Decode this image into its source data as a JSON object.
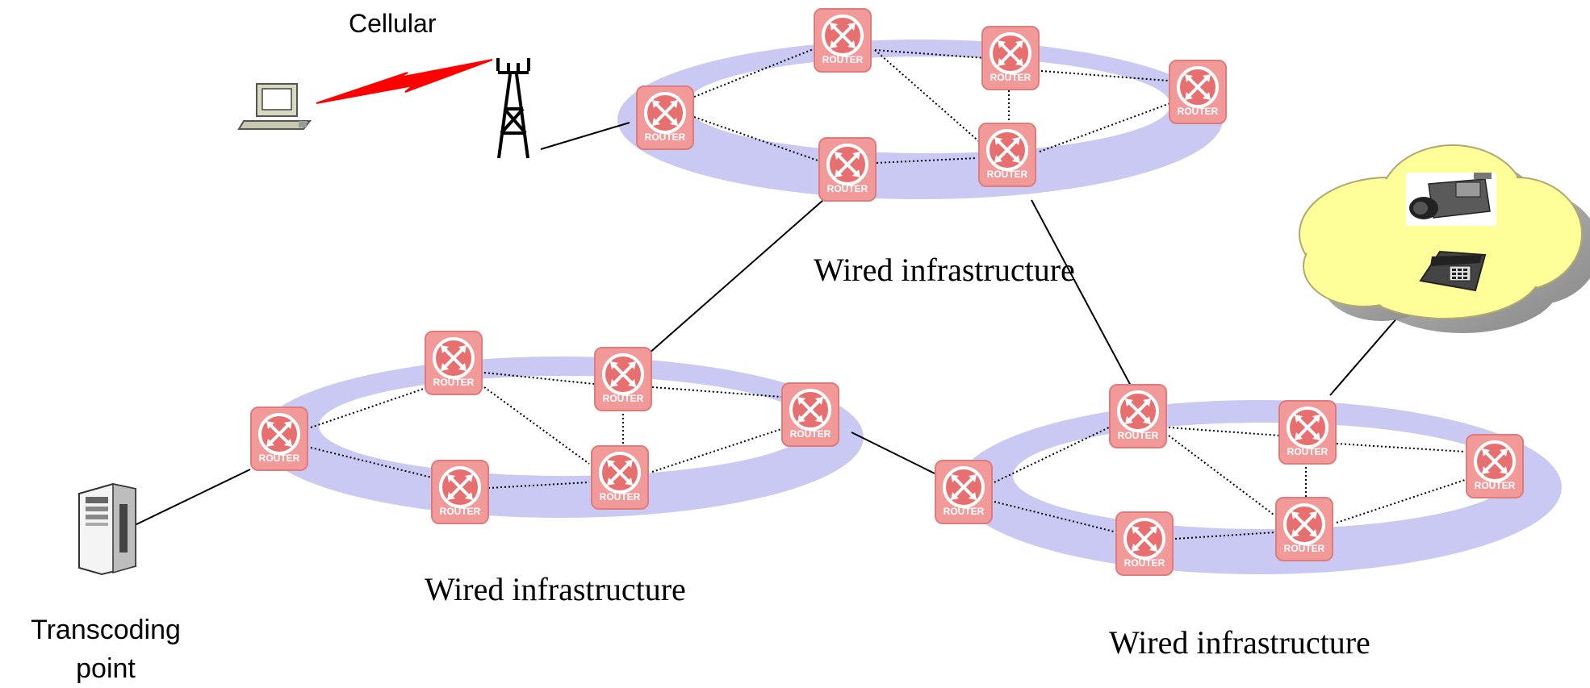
{
  "labels": {
    "cellular": "Cellular",
    "transcoding_line1": "Transcoding",
    "transcoding_line2": "point",
    "wired_top": "Wired infrastructure",
    "wired_left": "Wired infrastructure",
    "wired_right": "Wired infrastructure"
  },
  "router_label": "ROUTER",
  "colors": {
    "router_fill": "#f29a9a",
    "ring": "#c9c9f3",
    "cloud": "#ffff99",
    "lightning": "#ff0000"
  },
  "icons": [
    "laptop-icon",
    "cell-tower-icon",
    "server-icon",
    "camcorder-icon",
    "telephone-icon",
    "cloud-icon",
    "lightning-icon",
    "router-icon"
  ]
}
